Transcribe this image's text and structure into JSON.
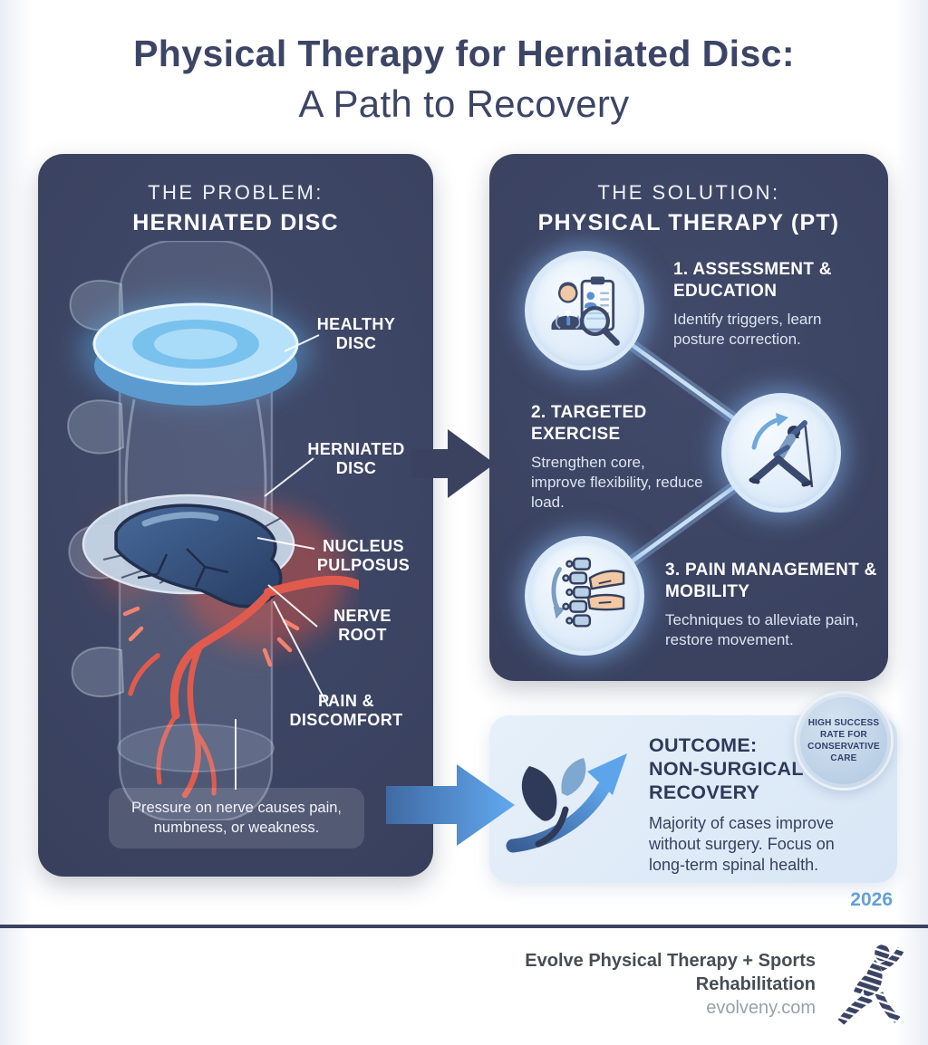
{
  "title": {
    "line1": "Physical Therapy for Herniated Disc:",
    "line2": "A Path to Recovery"
  },
  "problem_panel": {
    "header_line1": "THE PROBLEM:",
    "header_line2": "HERNIATED DISC",
    "labels": [
      "HEALTHY DISC",
      "HERNIATED DISC",
      "NUCLEUS PULPOSUS",
      "NERVE ROOT",
      "PAIN & DISCOMFORT"
    ],
    "caption": "Pressure on nerve causes pain, numbness, or weakness.",
    "illustration": "spine-with-herniated-disc-and-nerve-roots"
  },
  "solution_panel": {
    "header_line1": "THE SOLUTION:",
    "header_line2": "PHYSICAL THERAPY (PT)",
    "steps": [
      {
        "title": "1. ASSESSMENT & EDUCATION",
        "description": "Identify triggers, learn posture correction.",
        "icon": "doctor-assessment-icon"
      },
      {
        "title": "2. TARGETED EXERCISE",
        "description": "Strengthen core, improve flexibility, reduce load.",
        "icon": "stretching-exercise-icon"
      },
      {
        "title": "3. PAIN MANAGEMENT & MOBILITY",
        "description": "Techniques to alleviate pain, restore movement.",
        "icon": "hands-on-spine-icon"
      }
    ]
  },
  "outcome_panel": {
    "title_line1": "OUTCOME:",
    "title_line2": "NON-SURGICAL",
    "title_line3": "RECOVERY",
    "description": "Majority of cases improve without surgery. Focus on long-term spinal health.",
    "badge": "HIGH SUCCESS RATE FOR CONSERVATIVE CARE",
    "icon": "growth-arrow-leaf-icon"
  },
  "year": "2026",
  "footer": {
    "org_line1": "Evolve Physical Therapy + Sports",
    "org_line2": "Rehabilitation",
    "website": "evolveny.com",
    "logo": "striped-runner-icon"
  },
  "colors": {
    "panel_navy": "#3a4260",
    "title_navy": "#3d4566",
    "accent_blue": "#5ea4ea",
    "light_blue_panel": "#dce8f6",
    "healthy_disc_blue": "#7cc4ef",
    "nerve_red": "#e05b4d",
    "badge_blue": "#bed2e7",
    "year_blue": "#64a0d6"
  }
}
